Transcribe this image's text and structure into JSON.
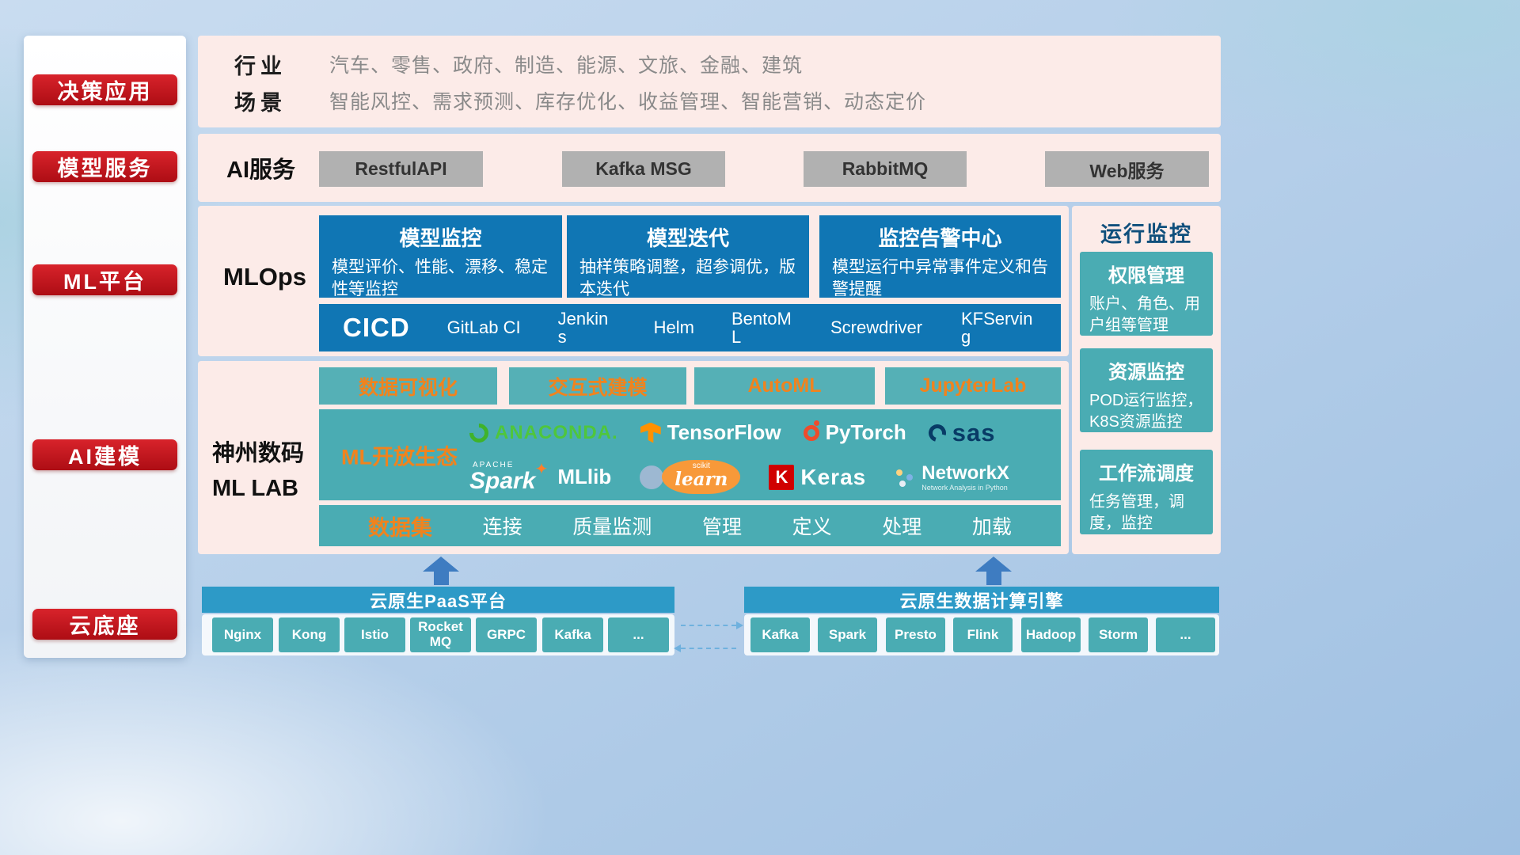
{
  "colors": {
    "accent_red": "#c0141c",
    "panel_pink": "#fcebe8",
    "deep_blue": "#1076b4",
    "teal": "#4aacb3",
    "bar_blue": "#2d9ac7",
    "orange": "#f0831e"
  },
  "sidebar": {
    "items": [
      {
        "label": "决策应用"
      },
      {
        "label": "模型服务"
      },
      {
        "label": "ML平台"
      },
      {
        "label": "AI建模"
      },
      {
        "label": "云底座"
      }
    ]
  },
  "industry": {
    "rows": [
      {
        "label": "行业",
        "text": "汽车、零售、政府、制造、能源、文旅、金融、建筑"
      },
      {
        "label": "场景",
        "text": "智能风控、需求预测、库存优化、收益管理、智能营销、动态定价"
      }
    ]
  },
  "ai_service": {
    "label": "AI服务",
    "buttons": [
      "RestfulAPI",
      "Kafka MSG",
      "RabbitMQ",
      "Web服务"
    ]
  },
  "mlops": {
    "label": "MLOps",
    "cards": [
      {
        "title": "模型监控",
        "desc": "模型评价、性能、漂移、稳定性等监控"
      },
      {
        "title": "模型迭代",
        "desc": "抽样策略调整，超参调优，版本迭代"
      },
      {
        "title": "监控告警中心",
        "desc": "模型运行中异常事件定义和告警提醒"
      }
    ],
    "cicd": {
      "label": "CICD",
      "items": [
        "GitLab CI",
        "Jenkins",
        "Helm",
        "BentoML",
        "Screwdriver",
        "KFServing"
      ]
    }
  },
  "mllab": {
    "label_line1": "神州数码",
    "label_line2": "ML LAB",
    "features": [
      "数据可视化",
      "交互式建模",
      "AutoML",
      "JupyterLab"
    ],
    "ecosystem": {
      "label": "ML开放生态",
      "logos": {
        "anaconda": {
          "text": "ANACONDA."
        },
        "tensorflow": {
          "text": "TensorFlow"
        },
        "pytorch": {
          "text": "PyTorch"
        },
        "sas": {
          "text": "sas"
        },
        "spark": {
          "apache": "APACHE",
          "text": "Spark",
          "mllib": "MLlib"
        },
        "sklearn": {
          "small": "scikit",
          "text": "learn"
        },
        "keras": {
          "badge": "K",
          "text": "Keras"
        },
        "networkx": {
          "text": "NetworkX",
          "subtitle": "Network Analysis in Python"
        }
      }
    },
    "dataset": {
      "label": "数据集",
      "items": [
        "连接",
        "质量监测",
        "管理",
        "定义",
        "处理",
        "加载"
      ]
    }
  },
  "monitoring": {
    "title": "运行监控",
    "cards": [
      {
        "title": "权限管理",
        "desc": "账户、角色、用户组等管理"
      },
      {
        "title": "资源监控",
        "desc": "POD运行监控，K8S资源监控"
      },
      {
        "title": "工作流调度",
        "desc": "任务管理，调度，监控"
      }
    ]
  },
  "foundation": {
    "paas": {
      "title": "云原生PaaS平台",
      "items": [
        "Nginx",
        "Kong",
        "Istio",
        "RocketMQ",
        "GRPC",
        "Kafka",
        "..."
      ]
    },
    "engine": {
      "title": "云原生数据计算引擎",
      "items": [
        "Kafka",
        "Spark",
        "Presto",
        "Flink",
        "Hadoop",
        "Storm",
        "..."
      ]
    }
  }
}
